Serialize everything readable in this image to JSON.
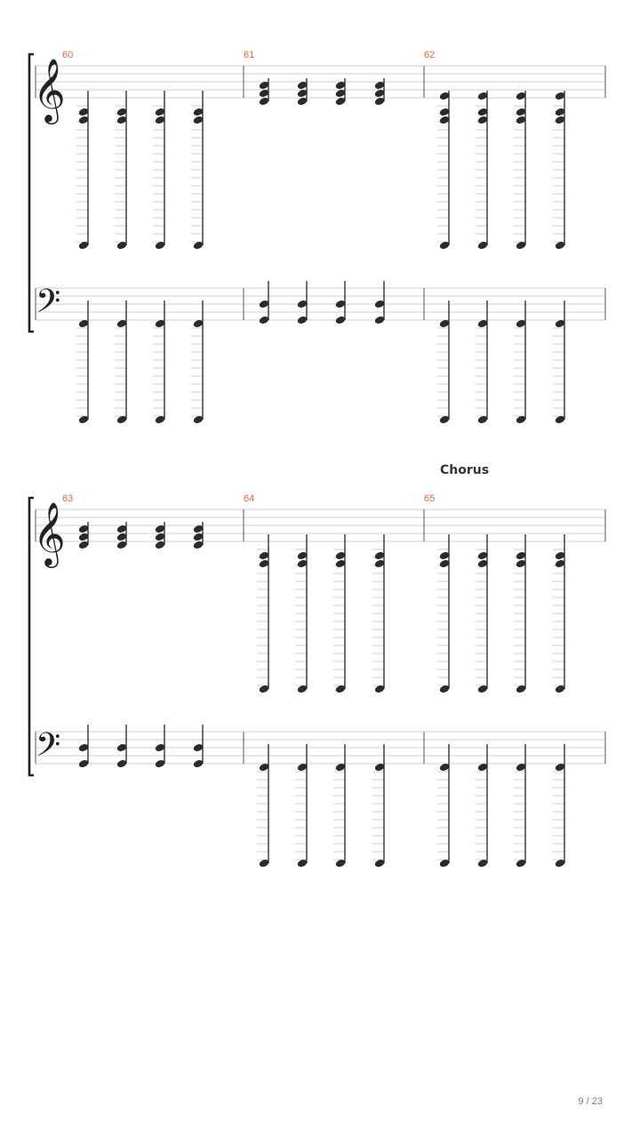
{
  "score": {
    "section_marker": "Chorus",
    "page_number": "9 / 23",
    "colors": {
      "measure_number": "#e8673c",
      "staff_line": "#cfcfcf",
      "note": "#2b2b2b"
    },
    "systems": [
      {
        "measures": [
          {
            "number": "60",
            "treble": "ledger-chord-with-low-bass",
            "bass": "low-ledger"
          },
          {
            "number": "61",
            "treble": "triad-in-staff",
            "bass": "dyad-in-staff"
          },
          {
            "number": "62",
            "treble": "ledger-chord-with-low-bass",
            "bass": "low-ledger"
          }
        ]
      },
      {
        "marker_above_measure": "65",
        "measures": [
          {
            "number": "63",
            "treble": "triad-in-staff",
            "bass": "dyad-in-staff"
          },
          {
            "number": "64",
            "treble": "ledger-chord-with-low-bass",
            "bass": "low-ledger"
          },
          {
            "number": "65",
            "treble": "ledger-chord-with-low-bass",
            "bass": "low-ledger"
          }
        ]
      }
    ]
  }
}
